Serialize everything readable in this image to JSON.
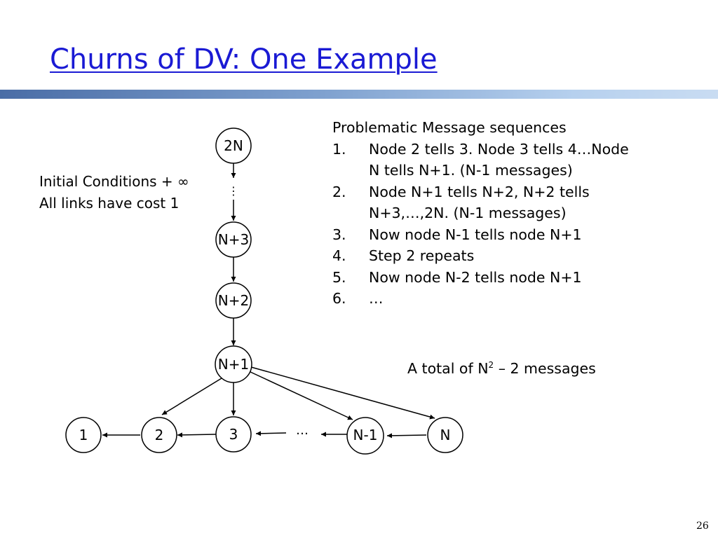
{
  "slide": {
    "title": "Churns of DV: One Example",
    "page_number": "26"
  },
  "conditions": {
    "line1": "Initial Conditions + ∞",
    "line2": "All links have cost 1"
  },
  "sequences": {
    "heading": "Problematic Message sequences",
    "items": [
      {
        "num": "1.",
        "text": "Node 2 tells 3. Node 3 tells 4…Node N tells N+1. (N-1 messages)"
      },
      {
        "num": "2.",
        "text": "Node N+1 tells N+2, N+2 tells N+3,…,2N. (N-1 messages)"
      },
      {
        "num": "3.",
        "text": "Now node N-1 tells node N+1"
      },
      {
        "num": "4.",
        "text": "Step 2 repeats"
      },
      {
        "num": "5.",
        "text": "Now node N-2 tells node N+1"
      },
      {
        "num": "6.",
        "text": "…"
      }
    ]
  },
  "total": {
    "prefix": "A total of N",
    "exponent": "2",
    "suffix": " – 2 messages"
  },
  "graph": {
    "nodes": {
      "n2N": "2N",
      "nN3": "N+3",
      "nN2": "N+2",
      "nN1": "N+1",
      "n1": "1",
      "n2": "2",
      "n3": "3",
      "nNm1": "N-1",
      "nN": "N"
    },
    "vertical_ellipsis": "⋮",
    "bottom_ellipsis": "…"
  }
}
